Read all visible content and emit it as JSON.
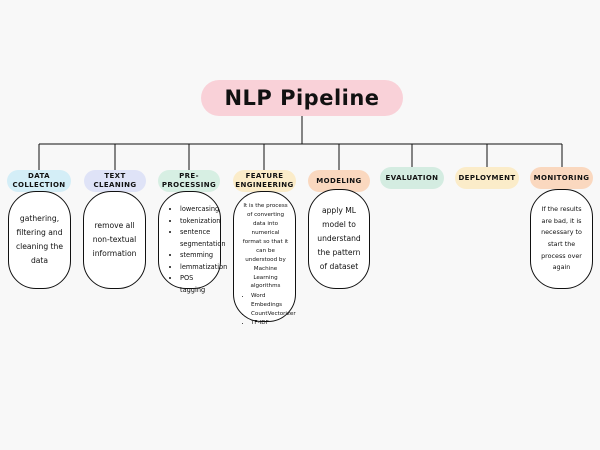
{
  "title": "NLP Pipeline",
  "stages": [
    {
      "label": "Data Collection",
      "color": "#d4eef7"
    },
    {
      "label": "Text Cleaning",
      "color": "#dfe3f7"
    },
    {
      "label": "Pre-processing",
      "color": "#d7efe3"
    },
    {
      "label": "Feature Engineering",
      "color": "#fbecc9"
    },
    {
      "label": "Modeling",
      "color": "#fad8bf"
    },
    {
      "label": "Evaluation",
      "color": "#d4ece1"
    },
    {
      "label": "Deployment",
      "color": "#fbecc9"
    },
    {
      "label": "Monitoring",
      "color": "#fad8bf"
    }
  ],
  "cards": {
    "data_collection": "gathering, filtering and cleaning the data",
    "text_cleaning": "remove all non-textual information",
    "preprocessing": [
      "lowercasing",
      "tokenization",
      "sentence segmentation",
      "stemming",
      "lemmatization",
      "POS tagging"
    ],
    "feature_engineering": {
      "description": "It is the process of converting data into numerical format so that it can be understood by Machine Learning algorithms",
      "items": [
        "Word Embedings",
        "CountVectorizer",
        "TF-IDF"
      ]
    },
    "modeling": "apply ML model to understand the pattern of dataset",
    "monitoring": "If the results are bad, it is necessary to start the process over again"
  }
}
